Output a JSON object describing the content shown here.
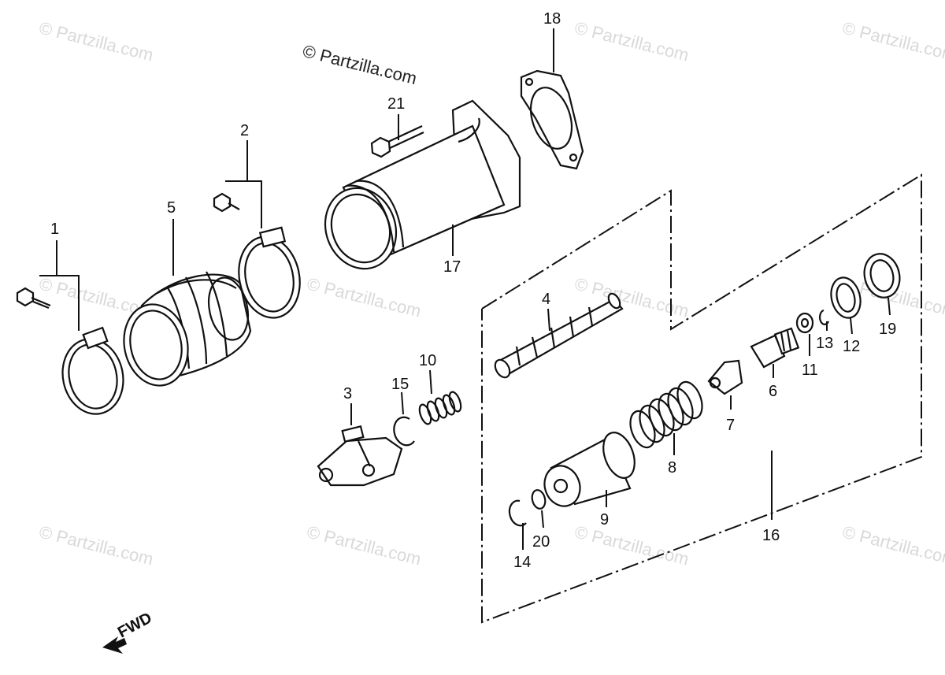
{
  "watermark": {
    "main": "© Partzilla.com",
    "repeat": "© Partzilla.com"
  },
  "direction_label": "FWD",
  "parts": [
    {
      "ref": "1"
    },
    {
      "ref": "2"
    },
    {
      "ref": "3"
    },
    {
      "ref": "4"
    },
    {
      "ref": "5"
    },
    {
      "ref": "6"
    },
    {
      "ref": "7"
    },
    {
      "ref": "8"
    },
    {
      "ref": "9"
    },
    {
      "ref": "10"
    },
    {
      "ref": "11"
    },
    {
      "ref": "12"
    },
    {
      "ref": "13"
    },
    {
      "ref": "14"
    },
    {
      "ref": "15"
    },
    {
      "ref": "16"
    },
    {
      "ref": "17"
    },
    {
      "ref": "18"
    },
    {
      "ref": "19"
    },
    {
      "ref": "20"
    },
    {
      "ref": "21"
    }
  ]
}
